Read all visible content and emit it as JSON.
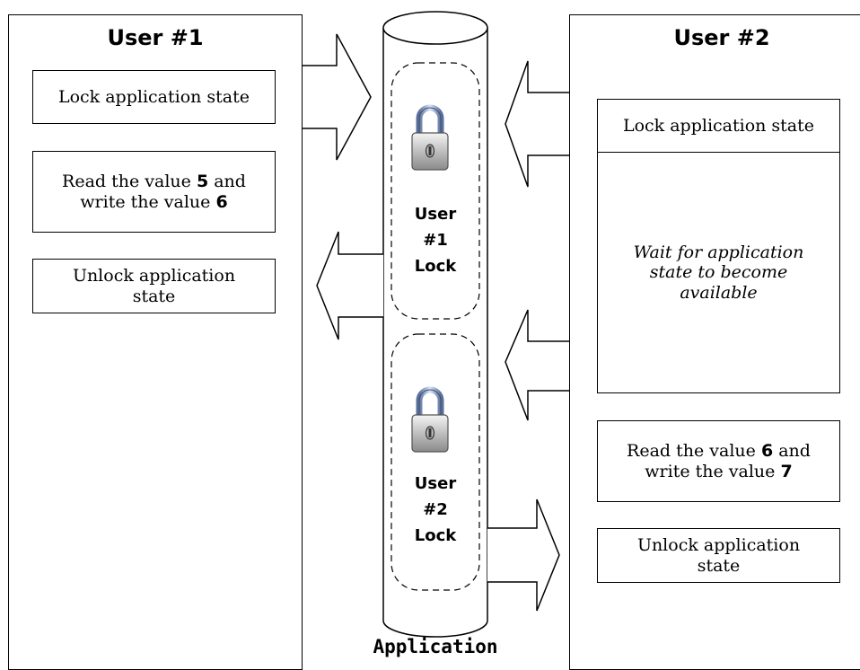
{
  "user1": {
    "title": "User #1",
    "steps": [
      {
        "pre": "Lock application state",
        "num": "",
        "mid": "",
        "num2": ""
      },
      {
        "pre": "Read the value ",
        "num": "5",
        "mid": " and write the value ",
        "num2": "6"
      },
      {
        "pre": "Unlock application state",
        "num": "",
        "mid": "",
        "num2": ""
      }
    ]
  },
  "user2": {
    "title": "User #2",
    "lock_step": "Lock application state",
    "wait_text": "Wait for application state to become available",
    "read_step": {
      "pre": "Read the value ",
      "num": "6",
      "mid": " and write the value ",
      "num2": "7"
    },
    "unlock_step": "Unlock application state"
  },
  "application": {
    "label": "Application",
    "locks": [
      {
        "line1": "User",
        "line2": "#1",
        "line3": "Lock"
      },
      {
        "line1": "User",
        "line2": "#2",
        "line3": "Lock"
      }
    ]
  }
}
